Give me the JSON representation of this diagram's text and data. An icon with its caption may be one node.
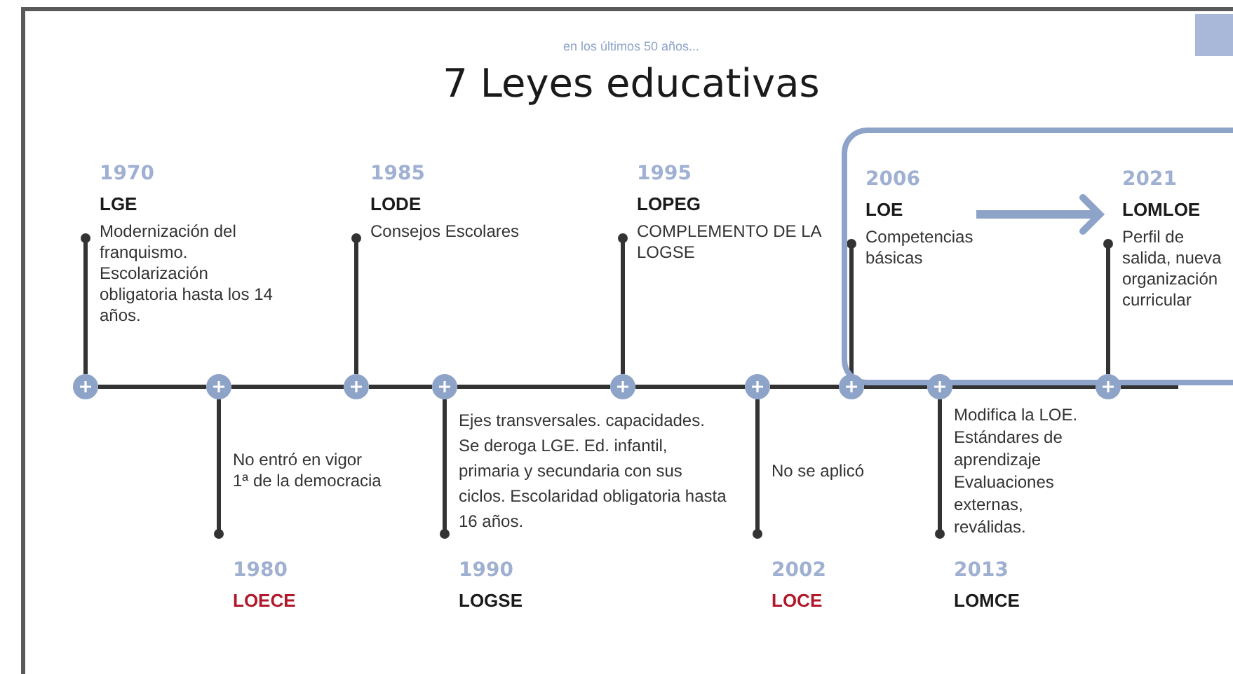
{
  "diagram": {
    "title": "7 Leyes educativas",
    "nodes": [
      {
        "text": [
          "1970",
          "LGE",
          "Modernización del franquismo. Escolarización obligatoria hasta los 14 años."
        ]
      },
      {
        "text": [
          "No entró en vigor 1ª de la democracia",
          "1980",
          "LOECE"
        ]
      },
      {
        "text": [
          "1985",
          "LODE",
          "Consejos Escolares"
        ]
      },
      {
        "text": [
          "Ejes transversales. capacidades. Se deroga LGE. Ed. infantil, primaria y secundaria con sus ciclos. Escolaridad obligatoria hasta 16 años.",
          "1990",
          "LOGSE"
        ]
      },
      {
        "text": [
          "1995",
          "LOPEG",
          "COMPLEMENTO DE LA LOGSE"
        ]
      },
      {
        "text": [
          "No se aplicó",
          "2002",
          "LOCE"
        ]
      },
      {
        "text": [],
        "shape": "box"
      },
      {
        "text": [
          "2006",
          "LOE",
          "Competencias básicas"
        ],
        "in": 6
      },
      {
        "text": [
          "Modifica la LOE. Estándares de aprendizaje Evaluaciones externas, reválidas.",
          "2013",
          "LOMCE"
        ]
      },
      {
        "text": [
          "2021",
          "LOMLOE",
          "Perfil de salida, nueva organización curricular"
        ],
        "in": 6
      },
      {
        "text": [],
        "shape": "circle"
      },
      {
        "text": [],
        "shape": "circle"
      },
      {
        "text": [],
        "shape": "circle"
      },
      {
        "text": [],
        "shape": "circle"
      },
      {
        "text": [],
        "shape": "circle"
      },
      {
        "text": [],
        "shape": "circle"
      },
      {
        "text": [],
        "shape": "circle"
      },
      {
        "text": [],
        "shape": "circle"
      },
      {
        "text": [],
        "shape": "circle"
      }
    ],
    "edges": [
      {
        "from": 10,
        "to": 11,
        "arrow": "none"
      },
      {
        "from": 11,
        "to": 12,
        "arrow": "none"
      },
      {
        "from": 12,
        "to": 13,
        "arrow": "none"
      },
      {
        "from": 13,
        "to": 14,
        "arrow": "none"
      },
      {
        "from": 14,
        "to": 15,
        "arrow": "none"
      },
      {
        "from": 15,
        "to": 16,
        "arrow": "none"
      },
      {
        "from": 16,
        "to": 17,
        "arrow": "none"
      },
      {
        "from": 17,
        "to": 18,
        "arrow": "none"
      },
      {
        "from": 10,
        "to": 0,
        "arrow": "other"
      },
      {
        "from": 11,
        "to": 1,
        "arrow": "other"
      },
      {
        "from": 12,
        "to": 2,
        "arrow": "other"
      },
      {
        "from": 13,
        "to": 3,
        "arrow": "other"
      },
      {
        "from": 14,
        "to": 4,
        "arrow": "other"
      },
      {
        "from": 15,
        "to": 5,
        "arrow": "other"
      },
      {
        "from": 16,
        "to": 7,
        "arrow": "other"
      },
      {
        "from": 17,
        "to": 8,
        "arrow": "other"
      },
      {
        "from": 18,
        "to": 9,
        "arrow": "other"
      },
      {
        "from": 7,
        "to": 9,
        "arrow": "to",
        "style": "thick",
        "color": "#8ea3c8"
      }
    ],
    "labels": [
      "en los últimos 50 años..."
    ]
  }
}
